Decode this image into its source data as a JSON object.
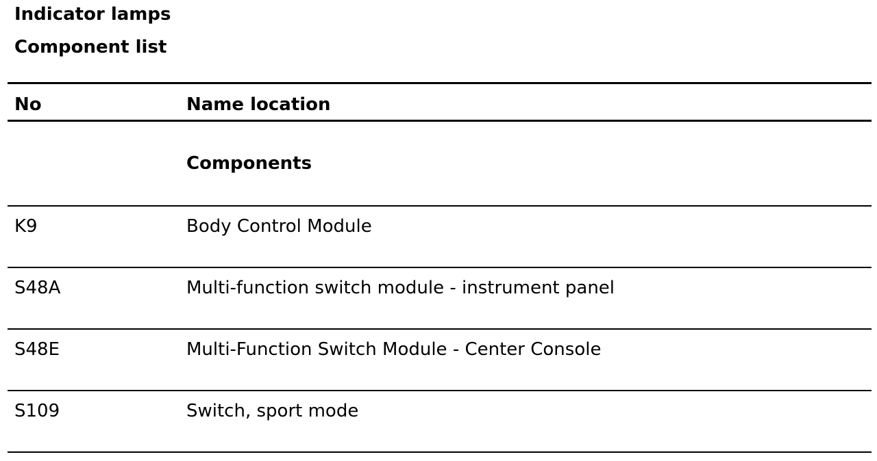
{
  "document": {
    "title": "Indicator lamps",
    "subtitle": "Component list"
  },
  "table": {
    "headers": {
      "no": "No",
      "name": "Name location"
    },
    "section": "Components",
    "rows": [
      {
        "no": "K9",
        "name": "Body Control Module"
      },
      {
        "no": "S48A",
        "name": "Multi-function switch module - instrument panel"
      },
      {
        "no": "S48E",
        "name": "Multi-Function Switch Module - Center Console"
      },
      {
        "no": "S109",
        "name": "Switch, sport mode"
      }
    ]
  }
}
